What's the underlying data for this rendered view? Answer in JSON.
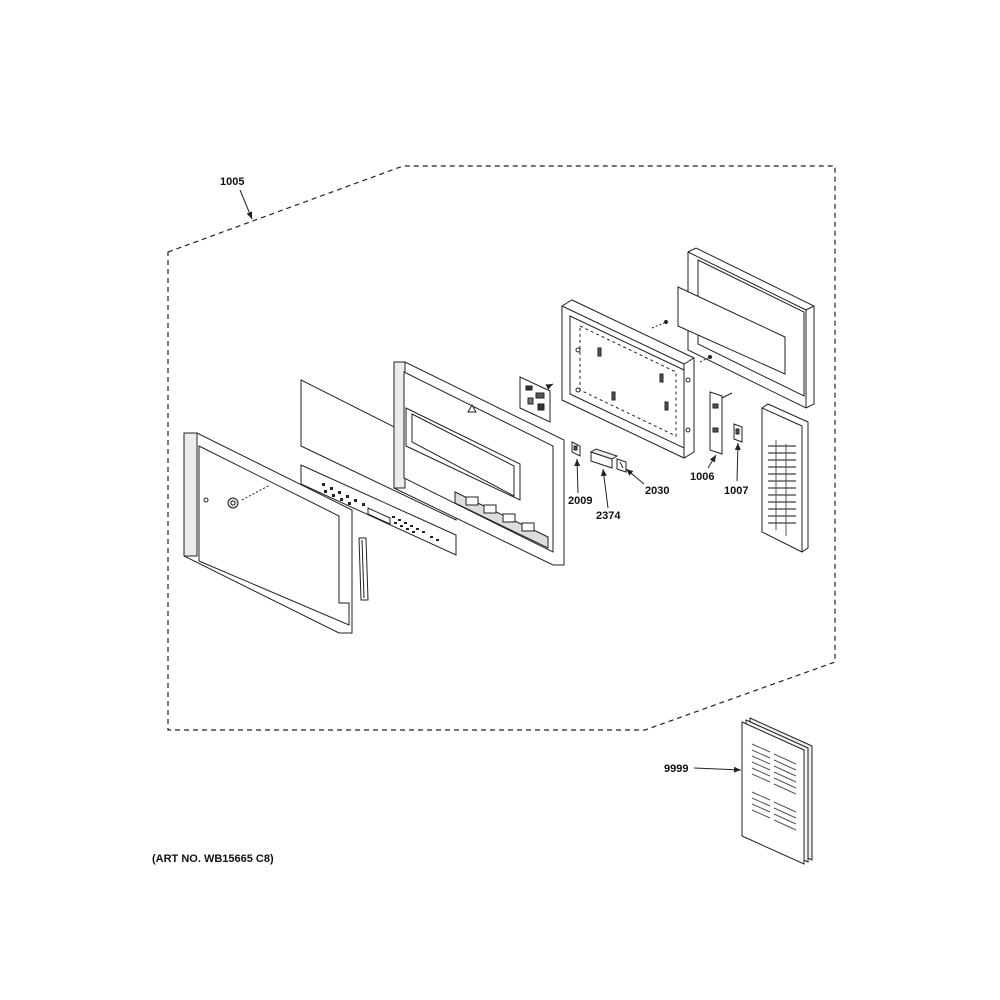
{
  "art_number": "(ART NO. WB15665 C8)",
  "callouts": {
    "kit": "1005",
    "bracket_left": "1006",
    "bracket_right": "1007",
    "switch": "2009",
    "board": "2374",
    "small_part": "2030",
    "manual": "9999"
  },
  "colors": {
    "line": "#222222",
    "fill": "#ffffff",
    "shade": "#e6e6e6"
  }
}
